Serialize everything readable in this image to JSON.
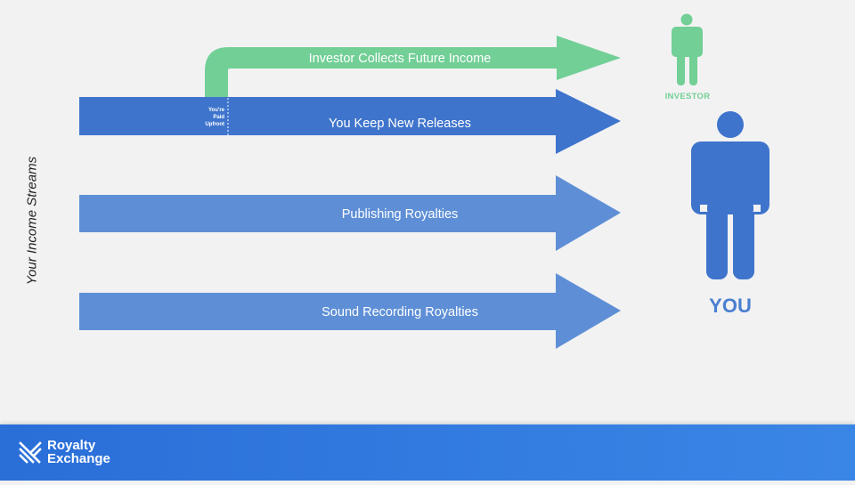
{
  "y_axis_label": "Your Income Streams",
  "arrows": {
    "investor": "Investor Collects Future Income",
    "new_releases": "You Keep New Releases",
    "publishing": "Publishing Royalties",
    "sound_recording": "Sound Recording Royalties"
  },
  "paid_upfront": [
    "You're",
    "Paid",
    "Upfront"
  ],
  "labels": {
    "investor": "INVESTOR",
    "you": "YOU"
  },
  "brand": {
    "line1": "Royalty",
    "line2": "Exchange"
  },
  "colors": {
    "background": "#f2f2f3",
    "investor_green": "#72cf96",
    "dark_blue": "#3e74cc",
    "light_blue": "#5e8fd6",
    "footer_blue": "#2f78de"
  },
  "icons": [
    "investor-person-icon",
    "you-person-icon",
    "royalty-exchange-logo-icon"
  ]
}
